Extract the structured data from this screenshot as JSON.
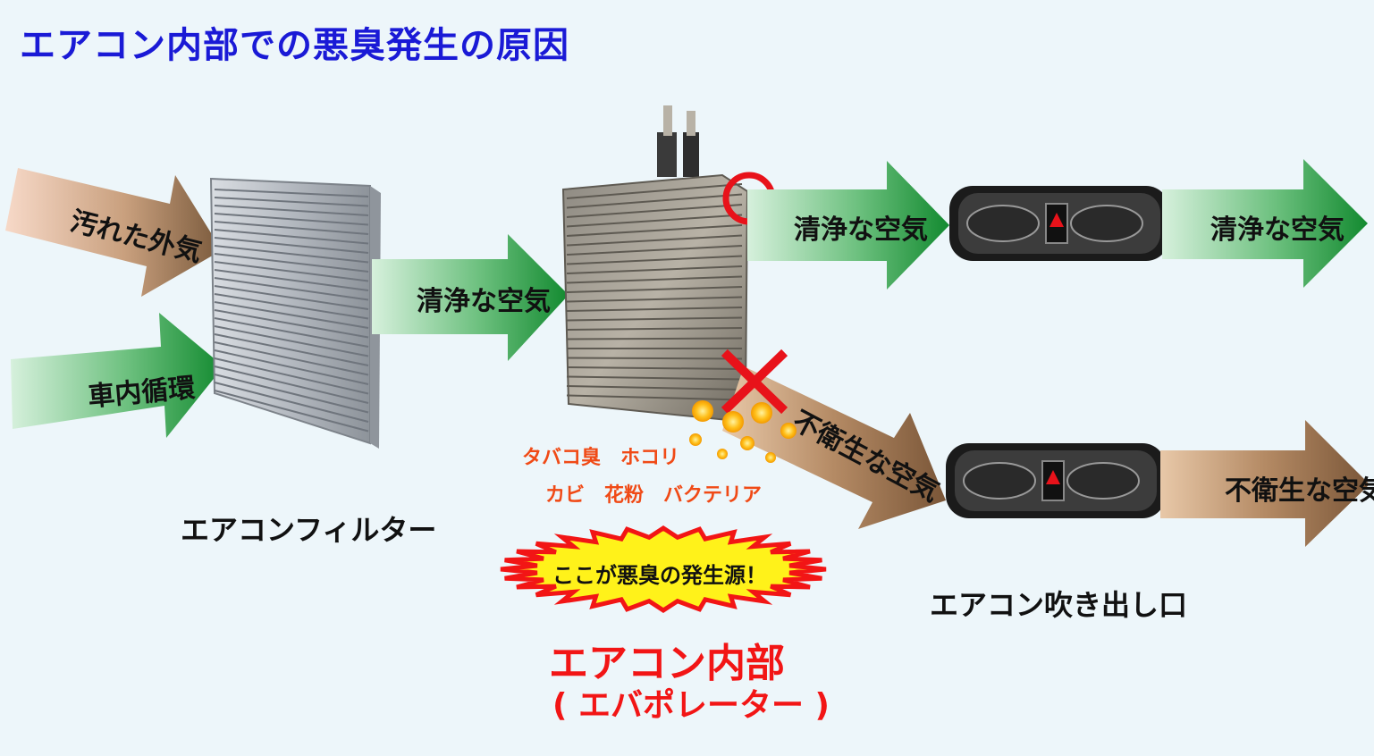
{
  "title": "エアコン内部での悪臭発生の原因",
  "arrows": {
    "dirty_air": "汚れた外気",
    "recirculation": "車内循環",
    "clean_air_1": "清浄な空気",
    "clean_air_2": "清浄な空気",
    "clean_air_3": "清浄な空気",
    "unhygienic_air_1": "不衛生な空気",
    "unhygienic_air_2": "不衛生な空気"
  },
  "pollutants": {
    "line1": "タバコ臭　ホコリ",
    "line2": "カビ　花粉　バクテリア"
  },
  "source_badge": "ここが悪臭の発生源！",
  "labels": {
    "filter": "エアコンフィルター",
    "core_main": "エアコン内部",
    "core_sub": "( エバポレーター )",
    "vent": "エアコン吹き出し口"
  },
  "colors": {
    "title": "#1a1ad6",
    "accent_red": "#f21515",
    "clean_arrow": "#1f9a3a",
    "dirty_arrow": "#8a6a4a",
    "pollutant_text": "#f04a16"
  }
}
